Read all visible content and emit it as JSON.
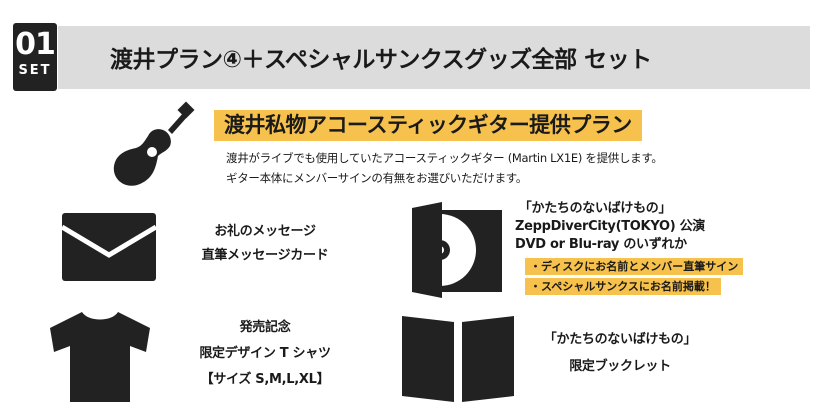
{
  "header": {
    "badge_number": "01",
    "badge_label": "SET",
    "title": "渡井プラン④＋スペシャルサンクスグッズ全部 セット"
  },
  "guitar": {
    "icon": "guitar-icon",
    "heading": "渡井私物アコースティックギター提供プラン",
    "desc": [
      "渡井がライブでも使用していたアコースティックギター (Martin LX1E) を提供します。",
      "ギター本体にメンバーサインの有無をお選びいただけます。"
    ]
  },
  "message": {
    "icon": "envelope-icon",
    "lines": [
      "お礼のメッセージ",
      "直筆メッセージカード"
    ]
  },
  "dvd": {
    "icon": "disc-case-icon",
    "lines": [
      "「かたちのないばけもの」",
      "ZeppDiverCity(TOKYO) 公演",
      "DVD or Blu-ray のいずれか"
    ],
    "tags": [
      "・ディスクにお名前とメンバー直筆サイン",
      "・スペシャルサンクスにお名前掲載！"
    ]
  },
  "tshirt": {
    "icon": "tshirt-icon",
    "lines": [
      "発売記念",
      "限定デザイン T シャツ",
      "【サイズ S,M,L,XL】"
    ]
  },
  "booklet": {
    "icon": "booklet-icon",
    "lines": [
      "「かたちのないばけもの」",
      "限定ブックレット"
    ]
  },
  "colors": {
    "accent": "#f6c14c",
    "header_bg": "#dcdcdc",
    "badge": "#222222"
  }
}
